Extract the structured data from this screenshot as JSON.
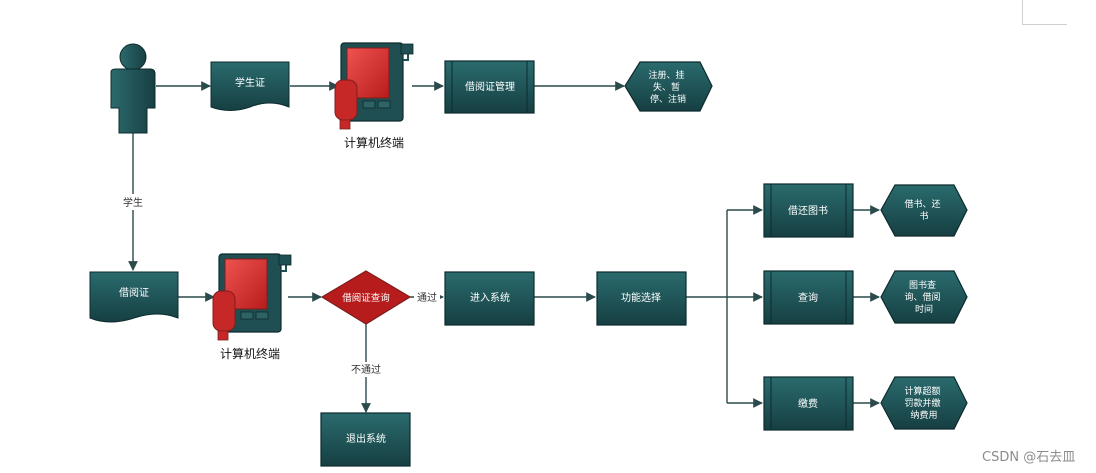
{
  "nodes": {
    "student_card": "学生证",
    "terminal_top": "计算机终端",
    "library_card_mgmt": "借阅证管理",
    "register_ops": [
      "注册、挂",
      "失、暂",
      "停、注销"
    ],
    "edge_student": "学生",
    "library_card": "借阅证",
    "terminal_bottom": "计算机终端",
    "card_query": "借阅证查询",
    "edge_pass": "通过",
    "edge_fail": "不通过",
    "exit_system": "退出系统",
    "enter_system": "进入系统",
    "function_select": "功能选择",
    "borrow_return": "借还图书",
    "borrow_return_books": [
      "借书、还",
      "书"
    ],
    "query": "查询",
    "query_detail": [
      "图书查",
      "询、借阅",
      "时间"
    ],
    "pay_fee": "缴费",
    "pay_fee_detail": [
      "计算超额",
      "罚款并缴",
      "纳费用"
    ]
  },
  "colors": {
    "node_fill": "#1e5457",
    "node_border": "#0d2b2d",
    "line": "#2b4a4c",
    "terminal_red": "#d32f2f",
    "decision_red": "#b71c1c"
  },
  "watermark": "CSDN @石去皿"
}
